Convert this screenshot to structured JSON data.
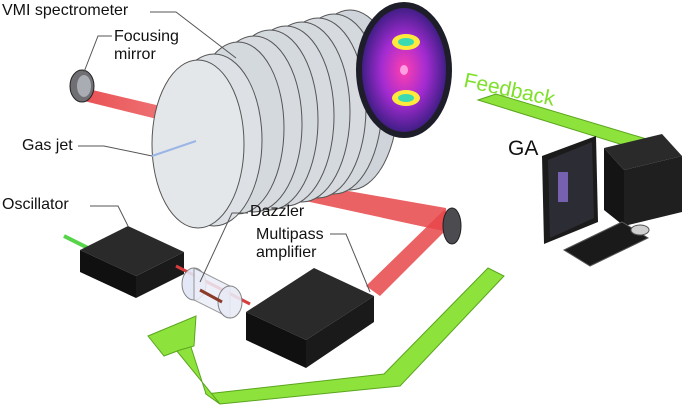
{
  "labels": {
    "vmi": "VMI spectrometer",
    "focusing_mirror": [
      "Focusing",
      "mirror"
    ],
    "gas_jet": "Gas jet",
    "oscillator": "Oscillator",
    "dazzler": "Dazzler",
    "multipass_amplifier": [
      "Multipass",
      "amplifier"
    ],
    "feedback": "Feedback",
    "ga": "GA"
  },
  "colors": {
    "laser_beam": "#e8474a",
    "feedback_arrow": "#8ee23c",
    "box": "#1a1a1a",
    "disc": "#d7dbe0"
  }
}
